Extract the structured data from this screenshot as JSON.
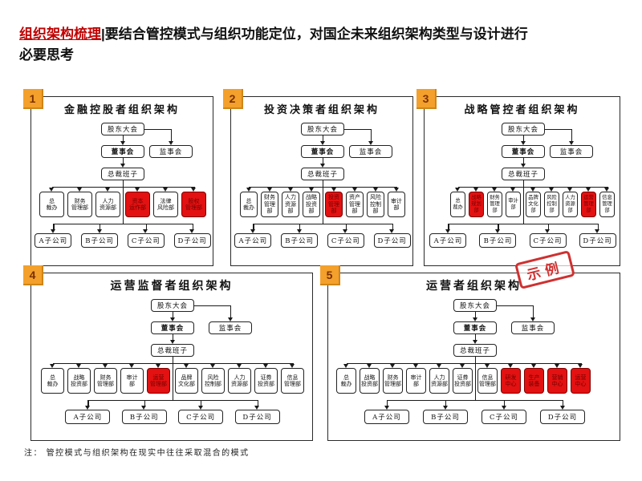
{
  "header": {
    "highlight": "组织架构梳理",
    "rest_line1": "|要结合管控模式与组织功能定位，对国企未来组织架构类型与设计进行",
    "rest_line2": "必要思考"
  },
  "governance": {
    "shareholders": "股东大会",
    "board": "董事会",
    "supervisory": "监事会",
    "president": "总裁班子"
  },
  "panels": [
    {
      "number": "1",
      "title": "金融控股者组织架构",
      "departments": [
        {
          "label": "总\n裁办",
          "highlight": false
        },
        {
          "label": "财务\n管理部",
          "highlight": false
        },
        {
          "label": "人力\n资源部",
          "highlight": false
        },
        {
          "label": "资本\n运作部",
          "highlight": true
        },
        {
          "label": "法律\n风险部",
          "highlight": false
        },
        {
          "label": "股权\n管理部",
          "highlight": true
        }
      ],
      "subsidiaries": [
        "A子公司",
        "B子公司",
        "C子公司",
        "D子公司"
      ]
    },
    {
      "number": "2",
      "title": "投资决策者组织架构",
      "departments": [
        {
          "label": "总\n裁办",
          "highlight": false
        },
        {
          "label": "财务\n管理部",
          "highlight": false
        },
        {
          "label": "人力\n资源部",
          "highlight": false
        },
        {
          "label": "战略\n投资部",
          "highlight": false
        },
        {
          "label": "投资\n管理部",
          "highlight": true
        },
        {
          "label": "资产\n管理部",
          "highlight": false
        },
        {
          "label": "风险\n控制部",
          "highlight": false
        },
        {
          "label": "审计\n部",
          "highlight": false
        }
      ],
      "subsidiaries": [
        "A子公司",
        "B子公司",
        "C子公司",
        "D子公司"
      ]
    },
    {
      "number": "3",
      "title": "战略管控者组织架构",
      "departments": [
        {
          "label": "总\n裁办",
          "highlight": false
        },
        {
          "label": "战略\n规划部",
          "highlight": true
        },
        {
          "label": "财务\n管理部",
          "highlight": false
        },
        {
          "label": "审计\n部",
          "highlight": false
        },
        {
          "label": "品牌\n文化部",
          "highlight": false
        },
        {
          "label": "风险\n控制部",
          "highlight": false
        },
        {
          "label": "人力\n资源部",
          "highlight": false
        },
        {
          "label": "运营\n管理部",
          "highlight": true
        },
        {
          "label": "信息\n管理部",
          "highlight": false
        }
      ],
      "subsidiaries": [
        "A子公司",
        "B子公司",
        "C子公司",
        "D子公司"
      ]
    },
    {
      "number": "4",
      "title": "运营监督者组织架构",
      "departments": [
        {
          "label": "总\n裁办",
          "highlight": false
        },
        {
          "label": "战略\n投资部",
          "highlight": false
        },
        {
          "label": "财务\n管理部",
          "highlight": false
        },
        {
          "label": "审计\n部",
          "highlight": false
        },
        {
          "label": "运营\n管理部",
          "highlight": true
        },
        {
          "label": "品牌\n文化部",
          "highlight": false
        },
        {
          "label": "风险\n控制部",
          "highlight": false
        },
        {
          "label": "人力\n资源部",
          "highlight": false
        },
        {
          "label": "证券\n投资部",
          "highlight": false
        },
        {
          "label": "信息\n管理部",
          "highlight": false
        }
      ],
      "subsidiaries": [
        "A子公司",
        "B子公司",
        "C子公司",
        "D子公司"
      ]
    },
    {
      "number": "5",
      "title": "运营者组织架构",
      "stamp": "示例",
      "departments": [
        {
          "label": "总\n裁办",
          "highlight": false
        },
        {
          "label": "战略\n投资部",
          "highlight": false
        },
        {
          "label": "财务\n管理部",
          "highlight": false
        },
        {
          "label": "审计\n部",
          "highlight": false
        },
        {
          "label": "人力\n资源部",
          "highlight": false
        },
        {
          "label": "证券\n投资部",
          "highlight": false
        },
        {
          "label": "信息\n管理部",
          "highlight": false
        },
        {
          "label": "研发\n中心",
          "highlight": true
        },
        {
          "label": "生产\n装备",
          "highlight": true
        },
        {
          "label": "营销\n中心",
          "highlight": true
        },
        {
          "label": "运营\n中心",
          "highlight": true
        }
      ],
      "subsidiaries": [
        "A子公司",
        "B子公司",
        "C子公司",
        "D子公司"
      ]
    }
  ],
  "footnote": "注： 管控模式与组织架构在现实中往往采取混合的模式",
  "colors": {
    "badge_orange": "#F3A02C",
    "highlight_red": "#E31111",
    "title_red": "#C00000",
    "stamp_red": "#CF3030"
  }
}
